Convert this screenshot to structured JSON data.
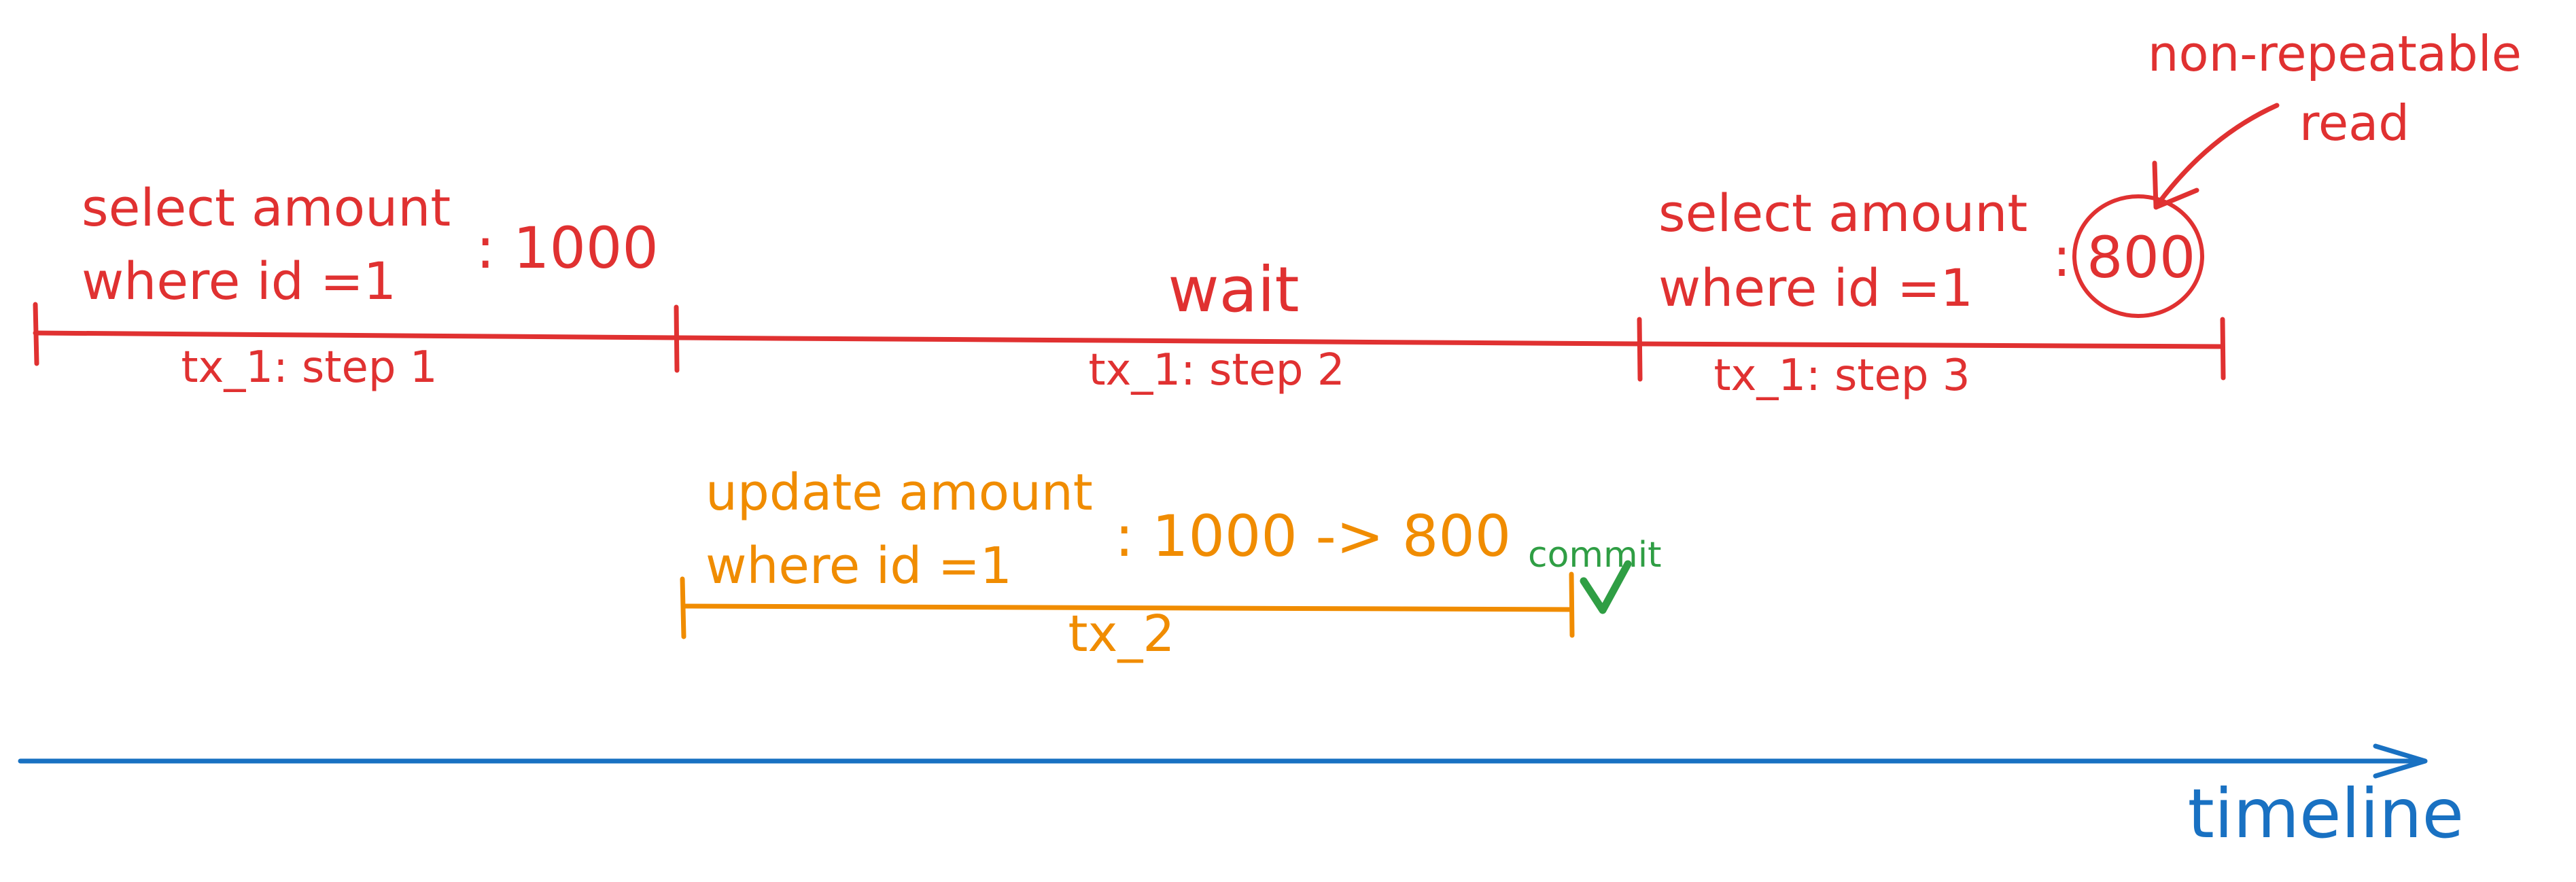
{
  "colors": {
    "tx1": "#e03131",
    "tx2": "#f08c00",
    "commit": "#2f9e44",
    "timeline": "#1971c2",
    "background": "#ffffff"
  },
  "tx1": {
    "step1": {
      "query_line1": "select amount",
      "query_line2": "where id =1",
      "result": ": 1000",
      "label": "tx_1: step 1"
    },
    "step2": {
      "action": "wait",
      "label": "tx_1: step 2"
    },
    "step3": {
      "query_line1": "select amount",
      "query_line2": "where id =1",
      "result_colon": ":",
      "result": "800",
      "label": "tx_1: step 3"
    }
  },
  "tx2": {
    "query_line1": "update amount",
    "query_line2": "where id =1",
    "change": ": 1000 -> 800",
    "label": "tx_2",
    "commit_label": "commit",
    "commit_icon": "checkmark-icon"
  },
  "annotation": {
    "line1": "non-repeatable",
    "line2": "read"
  },
  "timeline": {
    "label": "timeline"
  }
}
